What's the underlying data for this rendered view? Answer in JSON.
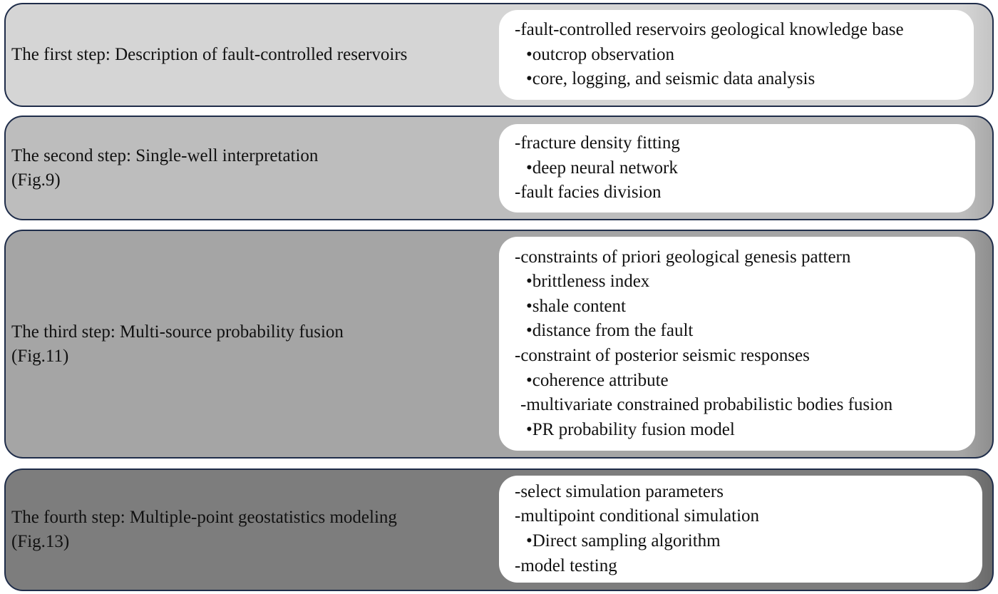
{
  "steps": [
    {
      "label": "The first step: Description of fault-controlled reservoirs",
      "details": [
        {
          "text": "-fault-controlled reservoirs geological knowledge base",
          "level": 0
        },
        {
          "text": "•outcrop observation",
          "level": 1
        },
        {
          "text": "•core, logging, and seismic data analysis",
          "level": 1
        }
      ]
    },
    {
      "label": "The second step: Single-well interpretation\n(Fig.9)",
      "details": [
        {
          "text": "-fracture density fitting",
          "level": 0
        },
        {
          "text": "•deep neural network",
          "level": 1
        },
        {
          "text": "-fault facies division",
          "level": 0
        }
      ]
    },
    {
      "label": "The third step: Multi-source probability fusion\n(Fig.11)",
      "details": [
        {
          "text": "-constraints of priori geological genesis pattern",
          "level": 0
        },
        {
          "text": "•brittleness index",
          "level": 1
        },
        {
          "text": "•shale content",
          "level": 1
        },
        {
          "text": "•distance from the fault",
          "level": 1
        },
        {
          "text": "-constraint of posterior seismic responses",
          "level": 0
        },
        {
          "text": "•coherence attribute",
          "level": 1
        },
        {
          "text": "-multivariate constrained probabilistic bodies fusion",
          "level": 0
        },
        {
          "text": "•PR probability fusion model",
          "level": 1
        }
      ]
    },
    {
      "label": "The fourth step: Multiple-point geostatistics modeling\n(Fig.13)",
      "details": [
        {
          "text": "-select simulation parameters",
          "level": 0
        },
        {
          "text": "-multipoint conditional simulation",
          "level": 0
        },
        {
          "text": "•Direct sampling algorithm",
          "level": 1
        },
        {
          "text": "-model testing",
          "level": 0
        }
      ]
    }
  ]
}
